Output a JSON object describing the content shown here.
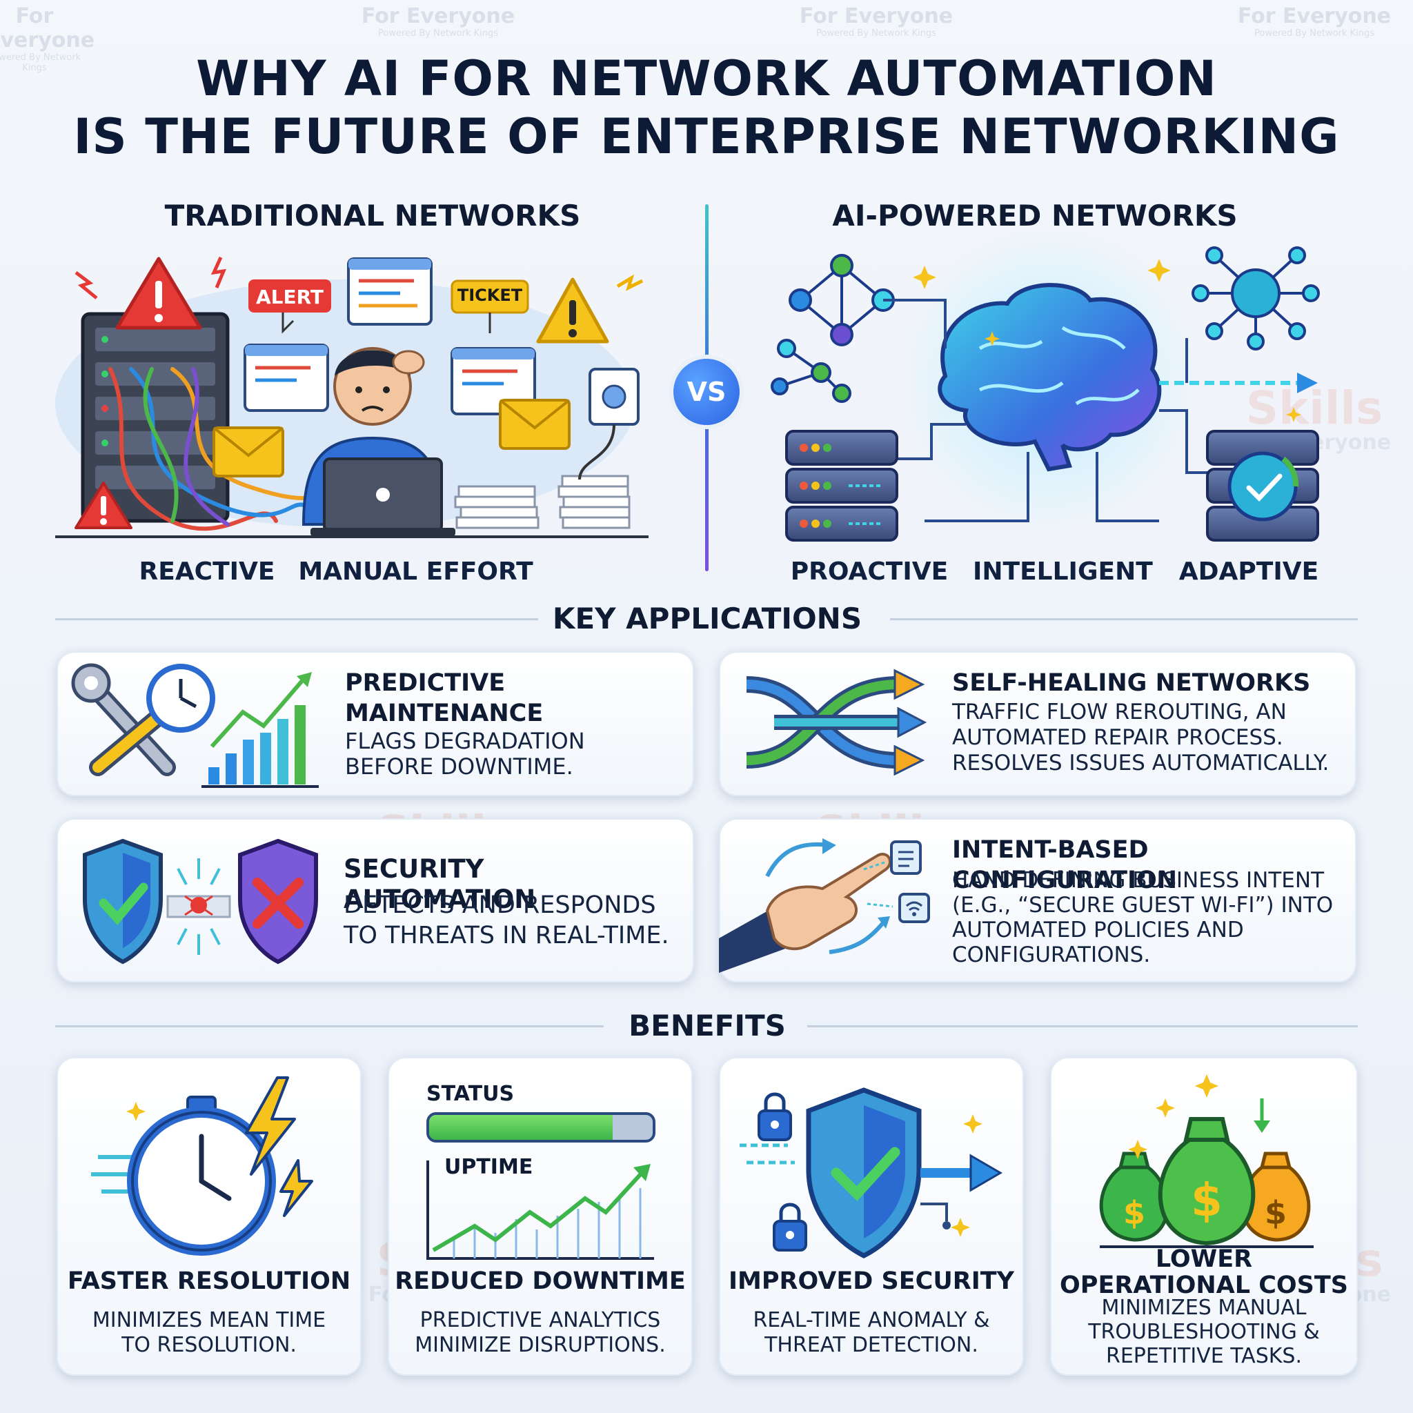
{
  "title_line1": "WHY AI FOR NETWORK AUTOMATION",
  "title_line2": "IS THE FUTURE OF ENTERPRISE NETWORKING",
  "traditional": {
    "heading": "TRADITIONAL NETWORKS",
    "alert_label": "ALERT",
    "ticket_label": "TICKET",
    "tags": [
      "REACTIVE",
      "MANUAL EFFORT"
    ]
  },
  "vs_label": "VS",
  "ai_powered": {
    "heading": "AI-POWERED NETWORKS",
    "tags": [
      "PROACTIVE",
      "INTELLIGENT",
      "ADAPTIVE"
    ]
  },
  "key_applications": {
    "heading": "KEY APPLICATIONS",
    "cards": [
      {
        "title": "PREDICTIVE MAINTENANCE",
        "desc": "FLAGS DEGRADATION BEFORE DOWNTIME."
      },
      {
        "title": "SELF-HEALING NETWORKS",
        "desc": "TRAFFIC FLOW REROUTING, AN AUTOMATED REPAIR PROCESS. RESOLVES ISSUES AUTOMATICALLY."
      },
      {
        "title": "SECURITY AUTOMATION",
        "desc": "DETECTS AND RESPONDS TO THREATS IN REAL-TIME."
      },
      {
        "title": "INTENT-BASED CONFIGURATION",
        "desc": "HAND DEFINING BUSINESS INTENT (E.G., “SECURE GUEST WI-FI”) INTO AUTOMATED POLICIES AND CONFIGURATIONS."
      }
    ]
  },
  "benefits": {
    "heading": "BENEFITS",
    "status_label": "STATUS",
    "status_level": 0.82,
    "uptime_label": "UPTIME",
    "cards": [
      {
        "title": "FASTER RESOLUTION",
        "desc": "MINIMIZES MEAN TIME TO RESOLUTION."
      },
      {
        "title": "REDUCED DOWNTIME",
        "desc": "PREDICTIVE ANALYTICS MINIMIZE DISRUPTIONS."
      },
      {
        "title": "IMPROVED SECURITY",
        "desc": "REAL-TIME ANOMALY & THREAT DETECTION."
      },
      {
        "title": "LOWER OPERATIONAL COSTS",
        "desc": "MINIMIZES MANUAL TROUBLESHOOTING & REPETITIVE TASKS."
      }
    ]
  },
  "watermark": {
    "brand": "Skills",
    "tagline": "For Everyone",
    "powered": "Powered By Network Kings"
  },
  "colors": {
    "accent_blue": "#2c63e3",
    "alert_red": "#e53935",
    "warn_yellow": "#f6c21c",
    "ok_green": "#3cb54a",
    "navy": "#0c1a36"
  }
}
